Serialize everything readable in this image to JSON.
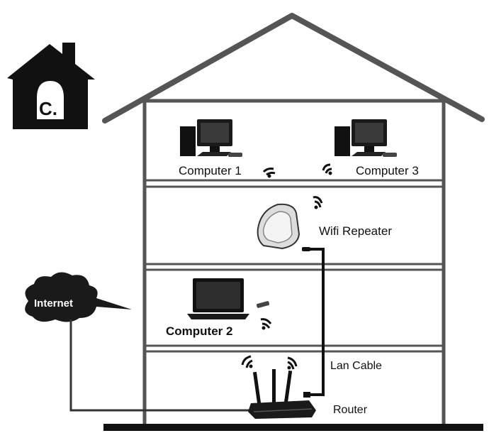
{
  "badge": {
    "letter": "C."
  },
  "labels": {
    "computer1": "Computer 1",
    "computer3": "Computer 3",
    "wifi_repeater": "Wifi Repeater",
    "internet": "Internet",
    "computer2": "Computer 2",
    "lan_cable": "Lan Cable",
    "router": "Router"
  },
  "icons": [
    "house-badge-icon",
    "desktop-computer-icon",
    "wifi-signal-icon",
    "wifi-repeater-icon",
    "cloud-icon",
    "laptop-icon",
    "router-icon"
  ],
  "colors": {
    "ink": "#111111",
    "wall": "#555555",
    "cloud": "#1a1a1a"
  }
}
